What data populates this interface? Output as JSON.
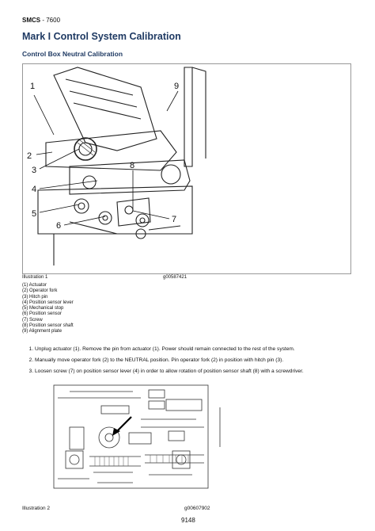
{
  "header": {
    "smcs_label": "SMCS",
    "smcs_sep": " - ",
    "smcs_code": "7600"
  },
  "title": "Mark I Control System Calibration",
  "subtitle": "Control Box Neutral Calibration",
  "illustration1": {
    "label": "Illustration 1",
    "id": "g00587421",
    "callouts": [
      "1",
      "2",
      "3",
      "4",
      "5",
      "6",
      "7",
      "8",
      "9"
    ],
    "legend": [
      "(1) Actuator",
      "(2) Operator fork",
      "(3) Hitch pin",
      "(4) Position sensor lever",
      "(5) Mechanical stop",
      "(6) Position sensor",
      "(7) Screw",
      "(8) Position sensor shaft",
      "(9) Alignment plate"
    ]
  },
  "steps": [
    "Unplug actuator (1). Remove the pin from actuator (1). Power should remain connected to the rest of the system.",
    "Manually move operator fork (2) to the NEUTRAL position. Pin operator fork (2) in position with hitch pin (3).",
    "Loosen screw (7) on position sensor lever (4) in order to allow rotation of position sensor shaft (8) with a screwdriver."
  ],
  "illustration2": {
    "label": "Illustration 2",
    "id": "g00607902"
  },
  "page_number": "9148"
}
